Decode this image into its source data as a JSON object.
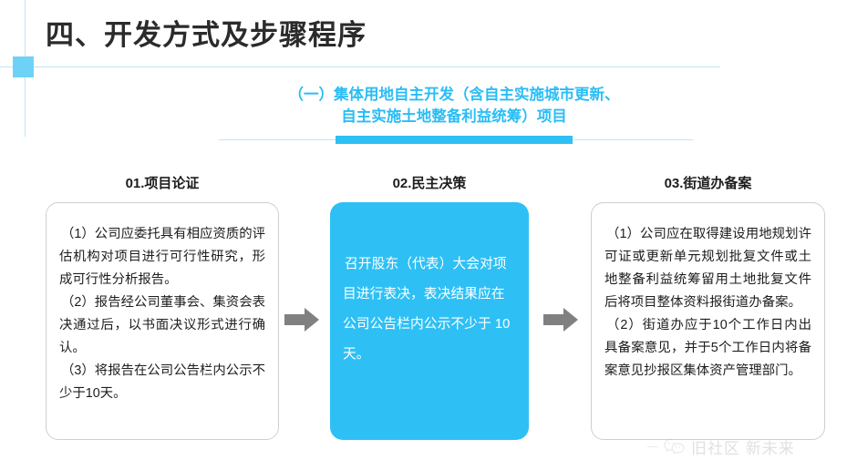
{
  "title": "四、开发方式及步骤程序",
  "subtitle": {
    "line1": "（一）集体用地自主开发（含自主实施城市更新、",
    "line2": "自主实施土地整备利益统筹）项目"
  },
  "colors": {
    "accent_cyan": "#2ec0f5",
    "subtitle_blue": "#29bdf5",
    "deco_square": "#6ed2f7",
    "deco_line": "#bfe6f7",
    "arrow_gray": "#808080",
    "card_border": "#cfcfcf",
    "title_text": "#2b2b2b"
  },
  "steps": [
    {
      "header": "01.项目论证",
      "style": "white",
      "paragraphs": [
        "（1）公司应委托具有相应资质的评估机构对项目进行可行性研究，形成可行性分析报告。",
        "（2）报告经公司董事会、集资会表决通过后，以书面决议形式进行确认。",
        "（3）将报告在公司公告栏内公示不少于10天。"
      ]
    },
    {
      "header": "02.民主决策",
      "style": "blue",
      "paragraphs": [
        "召开股东（代表）大会对项目进行表决，表决结果应在公司公告栏内公示不少于 10 天。"
      ]
    },
    {
      "header": "03.街道办备案",
      "style": "white",
      "paragraphs": [
        "（1）公司应在取得建设用地规划许可证或更新单元规划批复文件或土地整备利益统筹留用土地批复文件后将项目整体资料报街道办备案。",
        "（2）街道办应于10个工作日内出具备案意见，并于5个工作日内将备案意见抄报区集体资产管理部门。"
      ]
    }
  ],
  "arrows": [
    {
      "name": "arrow-step1-to-step2",
      "direction": "right"
    },
    {
      "name": "arrow-step2-to-step3",
      "direction": "right"
    }
  ],
  "watermark": {
    "text": "旧社区 新未来",
    "icon": "wechat-icon"
  }
}
